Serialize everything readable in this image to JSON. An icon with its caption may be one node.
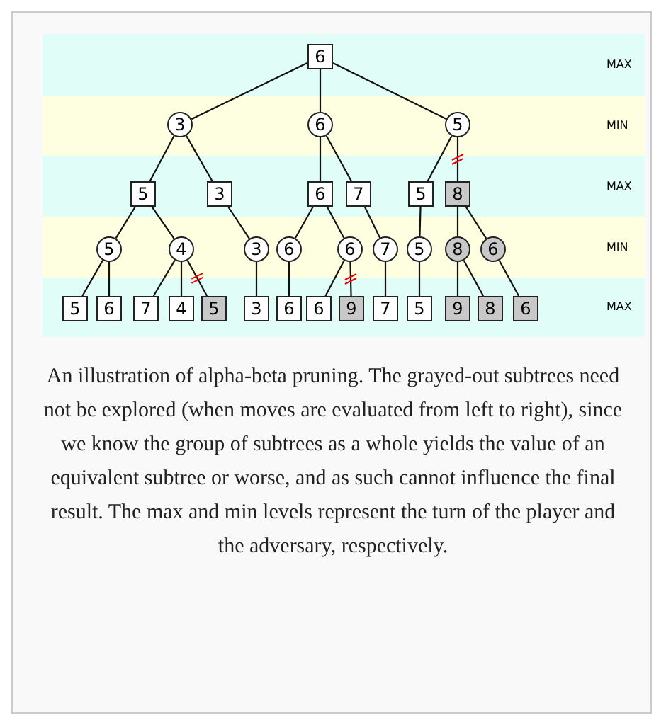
{
  "diagram": {
    "caption": "An illustration of alpha-beta pruning. The grayed-out subtrees need not be explored (when moves are evaluated from left to right), since we know the group of subtrees as a whole yields the value of an equivalent subtree or worse, and as such cannot influence the final result. The max and min levels represent the turn of the player and the adversary, respectively.",
    "nodes": [
      {
        "text": [
          "6"
        ]
      },
      {
        "text": [
          "3"
        ]
      },
      {
        "text": [
          "6"
        ]
      },
      {
        "text": [
          "5"
        ]
      },
      {
        "text": [
          "5"
        ]
      },
      {
        "text": [
          "3"
        ]
      },
      {
        "text": [
          "6"
        ]
      },
      {
        "text": [
          "7"
        ]
      },
      {
        "text": [
          "5"
        ]
      },
      {
        "text": [
          "8"
        ]
      },
      {
        "text": [
          "5"
        ]
      },
      {
        "text": [
          "4"
        ]
      },
      {
        "text": [
          "3"
        ]
      },
      {
        "text": [
          "6"
        ]
      },
      {
        "text": [
          "6"
        ]
      },
      {
        "text": [
          "7"
        ]
      },
      {
        "text": [
          "5"
        ]
      },
      {
        "text": [
          "8"
        ]
      },
      {
        "text": [
          "6"
        ]
      },
      {
        "text": [
          "5"
        ]
      },
      {
        "text": [
          "6"
        ]
      },
      {
        "text": [
          "7"
        ]
      },
      {
        "text": [
          "4"
        ]
      },
      {
        "text": [
          "5"
        ]
      },
      {
        "text": [
          "3"
        ]
      },
      {
        "text": [
          "6"
        ]
      },
      {
        "text": [
          "6"
        ]
      },
      {
        "text": [
          "9"
        ]
      },
      {
        "text": [
          "7"
        ]
      },
      {
        "text": [
          "5"
        ]
      },
      {
        "text": [
          "9"
        ]
      },
      {
        "text": [
          "8"
        ]
      },
      {
        "text": [
          "6"
        ]
      }
    ],
    "edges": [
      {
        "from": 0,
        "to": 1,
        "arrow": "none"
      },
      {
        "from": 0,
        "to": 2,
        "arrow": "none"
      },
      {
        "from": 0,
        "to": 3,
        "arrow": "none"
      },
      {
        "from": 1,
        "to": 4,
        "arrow": "none"
      },
      {
        "from": 1,
        "to": 5,
        "arrow": "none"
      },
      {
        "from": 2,
        "to": 6,
        "arrow": "none"
      },
      {
        "from": 2,
        "to": 7,
        "arrow": "none"
      },
      {
        "from": 3,
        "to": 8,
        "arrow": "none"
      },
      {
        "from": 3,
        "to": 9,
        "arrow": "none"
      },
      {
        "from": 4,
        "to": 10,
        "arrow": "none"
      },
      {
        "from": 4,
        "to": 11,
        "arrow": "none"
      },
      {
        "from": 5,
        "to": 12,
        "arrow": "none"
      },
      {
        "from": 6,
        "to": 13,
        "arrow": "none"
      },
      {
        "from": 6,
        "to": 14,
        "arrow": "none"
      },
      {
        "from": 7,
        "to": 15,
        "arrow": "none"
      },
      {
        "from": 8,
        "to": 16,
        "arrow": "none"
      },
      {
        "from": 9,
        "to": 17,
        "arrow": "none"
      },
      {
        "from": 9,
        "to": 18,
        "arrow": "none"
      },
      {
        "from": 10,
        "to": 19,
        "arrow": "none"
      },
      {
        "from": 10,
        "to": 20,
        "arrow": "none"
      },
      {
        "from": 11,
        "to": 21,
        "arrow": "none"
      },
      {
        "from": 11,
        "to": 22,
        "arrow": "none"
      },
      {
        "from": 11,
        "to": 23,
        "arrow": "none"
      },
      {
        "from": 12,
        "to": 24,
        "arrow": "none"
      },
      {
        "from": 13,
        "to": 25,
        "arrow": "none"
      },
      {
        "from": 14,
        "to": 26,
        "arrow": "none"
      },
      {
        "from": 14,
        "to": 27,
        "arrow": "none"
      },
      {
        "from": 15,
        "to": 28,
        "arrow": "none"
      },
      {
        "from": 16,
        "to": 29,
        "arrow": "none"
      },
      {
        "from": 17,
        "to": 30,
        "arrow": "none"
      },
      {
        "from": 17,
        "to": 31,
        "arrow": "none"
      },
      {
        "from": 18,
        "to": 32,
        "arrow": "none"
      }
    ],
    "labels": [
      "MAX",
      "MIN",
      "MAX",
      "MIN",
      "MAX"
    ]
  }
}
